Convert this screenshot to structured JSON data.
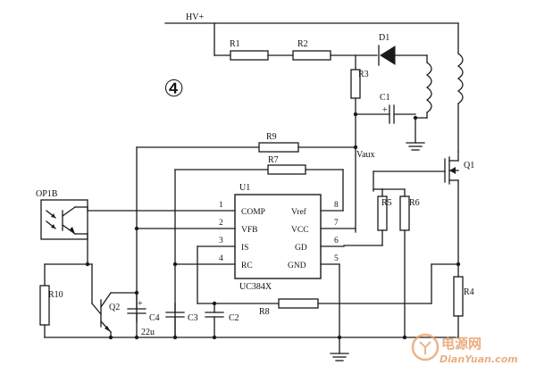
{
  "diagram": {
    "marker": "④",
    "net_hv": "HV+",
    "net_vaux": "Vaux",
    "ic": {
      "name": "U1",
      "part": "UC384X",
      "pins_left": [
        {
          "num": "1",
          "name": "COMP"
        },
        {
          "num": "2",
          "name": "VFB"
        },
        {
          "num": "3",
          "name": "IS"
        },
        {
          "num": "4",
          "name": "RC"
        }
      ],
      "pins_right": [
        {
          "num": "8",
          "name": "Vref"
        },
        {
          "num": "7",
          "name": "VCC"
        },
        {
          "num": "6",
          "name": "GD"
        },
        {
          "num": "5",
          "name": "GND"
        }
      ]
    },
    "components": {
      "R1": "R1",
      "R2": "R2",
      "R3": "R3",
      "R4": "R4",
      "R5": "R5",
      "R6": "R6",
      "R7": "R7",
      "R8": "R8",
      "R9": "R9",
      "R10": "R10",
      "C1": "C1",
      "C2": "C2",
      "C3": "C3",
      "C4": "C4",
      "C4_value": "22u",
      "D1": "D1",
      "Q1": "Q1",
      "Q2": "Q2",
      "OP": "OP1B",
      "polarity": "+"
    },
    "watermark": {
      "cn": "电源网",
      "url": "DianYuan.com"
    }
  }
}
